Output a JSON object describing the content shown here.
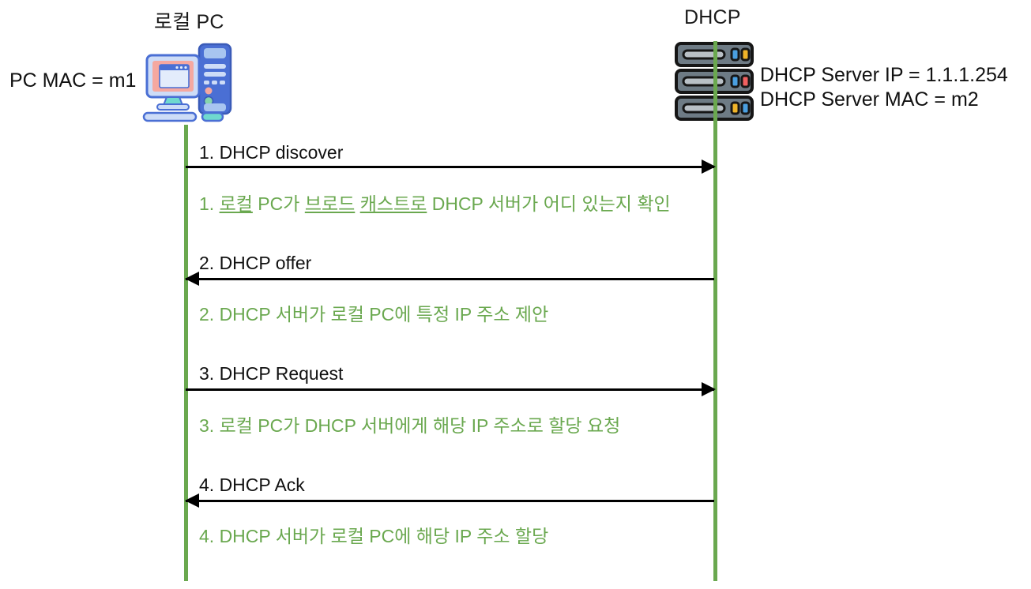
{
  "diagram": {
    "type": "sequence-diagram",
    "title_implicit": "DHCP DORA exchange",
    "colors": {
      "lifeline_green": "#6aa84f",
      "description_green": "#6aa84f",
      "arrow_black": "#000000",
      "text_black": "#111111",
      "pc_blue": "#4a6fd4",
      "pc_light_blue": "#a8c5f0",
      "pc_screen_pink": "#f5a8a0",
      "pc_teal": "#6fd9cf",
      "server_gray": "#6e7b85",
      "server_dark": "#1a1a1a",
      "led_blue": "#4a9fe0",
      "led_yellow": "#f0b429",
      "led_red": "#f06060"
    }
  },
  "actors": {
    "left": {
      "title": "로컬 PC",
      "icon": "desktop-computer-icon",
      "note": "PC MAC = m1"
    },
    "right": {
      "title": "DHCP",
      "icon": "server-rack-icon",
      "note_line1": "DHCP Server IP = 1.1.1.254",
      "note_line2": "DHCP Server MAC = m2"
    }
  },
  "messages": [
    {
      "index": "1",
      "label": "1. DHCP discover",
      "direction": "left-to-right",
      "description_prefix": "1. ",
      "description_parts": [
        {
          "text": "로컬",
          "underline": true
        },
        {
          "text": " PC가 ",
          "underline": false
        },
        {
          "text": "브로드",
          "underline": true
        },
        {
          "text": " ",
          "underline": false
        },
        {
          "text": "캐스트로",
          "underline": true
        },
        {
          "text": " DHCP 서버가 어디 있는지 확인",
          "underline": false
        }
      ],
      "description": "1. 로컬 PC가 브로드 캐스트로 DHCP 서버가 어디 있는지 확인"
    },
    {
      "index": "2",
      "label": "2. DHCP offer",
      "direction": "right-to-left",
      "description": "2. DHCP 서버가 로컬 PC에 특정 IP 주소 제안"
    },
    {
      "index": "3",
      "label": "3. DHCP Request",
      "direction": "left-to-right",
      "description": "3. 로컬 PC가 DHCP 서버에게 해당 IP 주소로 할당 요청"
    },
    {
      "index": "4",
      "label": "4. DHCP Ack",
      "direction": "right-to-left",
      "description": "4. DHCP 서버가 로컬 PC에 해당 IP 주소 할당"
    }
  ]
}
